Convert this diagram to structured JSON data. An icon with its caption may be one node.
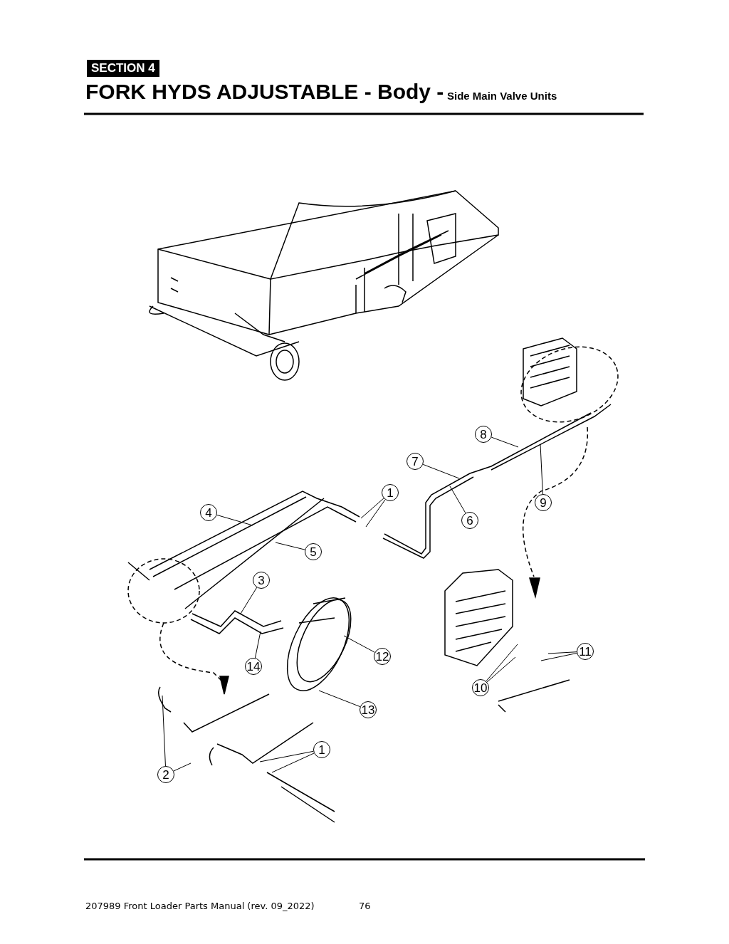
{
  "diagram": {
    "title": "FORK HYDS ADJUSTABLE - Body -",
    "nodes": [
      {
        "text": [
          "8"
        ]
      },
      {
        "text": [
          "7"
        ]
      },
      {
        "text": [
          "1"
        ]
      },
      {
        "text": [
          "4"
        ]
      },
      {
        "text": [
          "9"
        ]
      },
      {
        "text": [
          "6"
        ]
      },
      {
        "text": [
          "5"
        ]
      },
      {
        "text": [
          "3"
        ]
      },
      {
        "text": [
          "12"
        ]
      },
      {
        "text": [
          "11"
        ]
      },
      {
        "text": [
          "14"
        ]
      },
      {
        "text": [
          "10"
        ]
      },
      {
        "text": [
          "13"
        ]
      },
      {
        "text": [
          "1"
        ]
      },
      {
        "text": [
          "2"
        ]
      }
    ],
    "edges": [
      {
        "from": 0,
        "to": null,
        "arrow": "none"
      },
      {
        "from": 1,
        "to": null,
        "arrow": "none"
      },
      {
        "from": 2,
        "to": null,
        "arrow": "none"
      },
      {
        "from": 2,
        "to": null,
        "arrow": "none"
      },
      {
        "from": 3,
        "to": null,
        "arrow": "none"
      },
      {
        "from": 4,
        "to": null,
        "arrow": "none"
      },
      {
        "from": 5,
        "to": null,
        "arrow": "none"
      },
      {
        "from": 6,
        "to": null,
        "arrow": "none"
      },
      {
        "from": 7,
        "to": null,
        "arrow": "none"
      },
      {
        "from": 8,
        "to": null,
        "arrow": "none"
      },
      {
        "from": 9,
        "to": null,
        "arrow": "none"
      },
      {
        "from": 9,
        "to": null,
        "arrow": "none"
      },
      {
        "from": 10,
        "to": null,
        "arrow": "none"
      },
      {
        "from": 11,
        "to": null,
        "arrow": "none"
      },
      {
        "from": 11,
        "to": null,
        "arrow": "none"
      },
      {
        "from": 12,
        "to": null,
        "arrow": "none"
      },
      {
        "from": 13,
        "to": null,
        "arrow": "none"
      },
      {
        "from": 13,
        "to": null,
        "arrow": "none"
      },
      {
        "from": 14,
        "to": null,
        "arrow": "none"
      },
      {
        "from": 14,
        "to": null,
        "arrow": "none"
      }
    ],
    "labels": [
      "SECTION 4",
      "Side Main Valve Units",
      "207989 Front Loader Parts Manual (rev. 09_2022)",
      "76"
    ]
  }
}
